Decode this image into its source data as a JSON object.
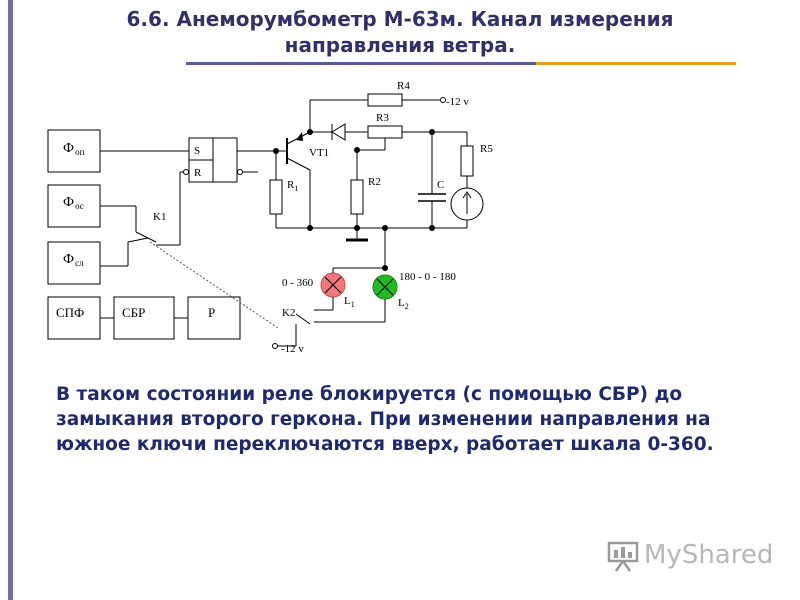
{
  "slide": {
    "title": "6.6. Анеморумбометр М-63м. Канал измерения направления ветра.",
    "body": "В таком состоянии реле блокируется (с помощью СБР) до замыкания второго геркона. При изменении направления на южное ключи переключаются вверх, работает шкала 0-360."
  },
  "circuit": {
    "phi_op": "Ф",
    "phi_op_sub": "оп",
    "phi_os": "Ф",
    "phi_os_sub": "ос",
    "phi_sl": "Ф",
    "phi_sl_sub": "сл",
    "trigger_s": "S",
    "trigger_r": "R",
    "k1": "K1",
    "k2": "K2",
    "vt1": "VT1",
    "r1": "R",
    "r1_sub": "1",
    "r2": "R2",
    "r3": "R3",
    "r4": "R4",
    "r5": "R5",
    "cap": "C",
    "supply_top": "-12 v",
    "supply_bottom": "-12 v",
    "scale_left": "0 - 360",
    "scale_right": "180 - 0 - 180",
    "l1": "L",
    "l1_sub": "1",
    "l2": "L",
    "l2_sub": "2",
    "spf": "СПФ",
    "sbr": "СБР",
    "p": "Р"
  },
  "colors": {
    "title": "#30306a",
    "body": "#1f2a6e",
    "lamp_l1": "#f07878",
    "lamp_l2": "#22bb22",
    "left_bar": "#6e6ea8",
    "rule_blue": "#5a5a9a",
    "rule_orange": "#e8a020"
  },
  "logo": {
    "text": "MyShared",
    "icon": "presentation-board-icon"
  }
}
